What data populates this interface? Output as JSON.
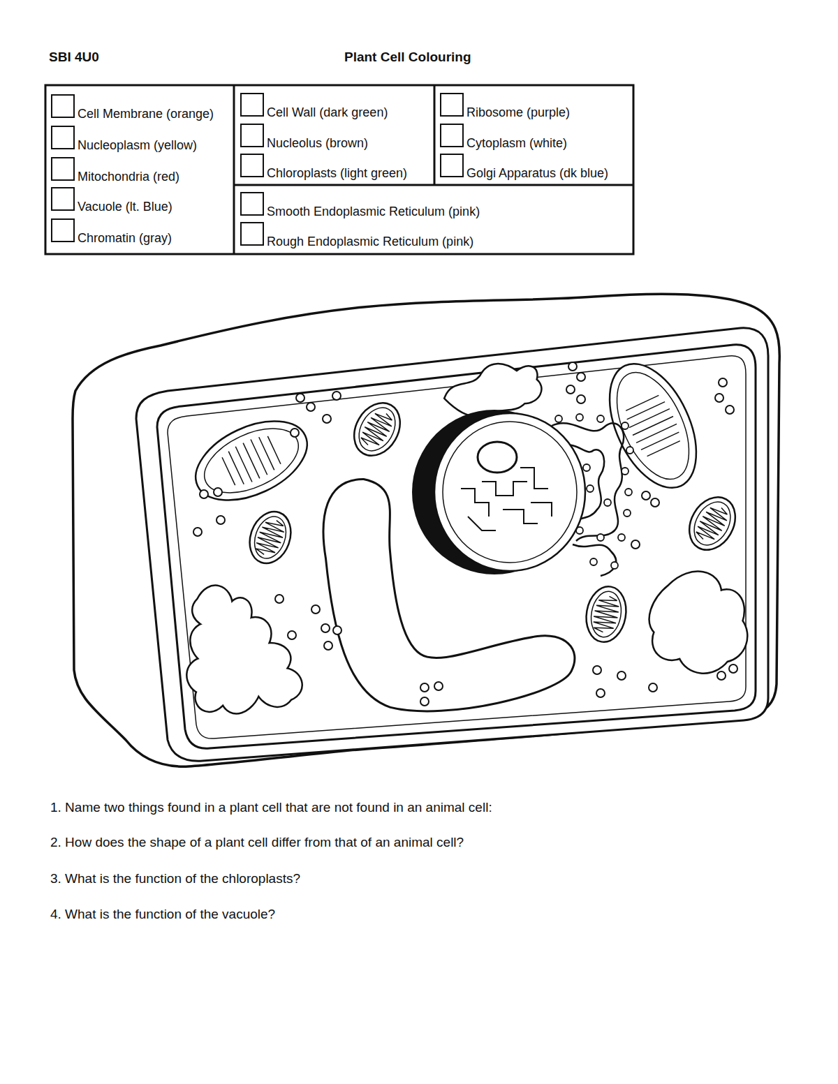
{
  "diagram": {
    "title": "Plant Cell Colouring",
    "labels": [
      "SBI 4U0",
      "1. Name two things found in a plant cell that are not found in an animal cell:",
      "2. How does the shape of a plant cell differ from that of an animal cell?",
      "3. What is the function of the chloroplasts?",
      "4. What is the function of the vacuole?"
    ],
    "legend": [
      {
        "text": "Cell Membrane (orange)"
      },
      {
        "text": "Nucleoplasm (yellow)"
      },
      {
        "text": "Mitochondria (red)"
      },
      {
        "text": "Vacuole (lt. Blue)"
      },
      {
        "text": "Chromatin (gray)"
      },
      {
        "text": "Cell Wall (dark green)"
      },
      {
        "text": "Nucleolus (brown)"
      },
      {
        "text": "Chloroplasts (light green)"
      },
      {
        "text": "Ribosome (purple)"
      },
      {
        "text": "Cytoplasm (white)"
      },
      {
        "text": "Golgi Apparatus (dk blue)"
      },
      {
        "text": "Smooth Endoplasmic Reticulum (pink)"
      },
      {
        "text": "Rough Endoplasmic Reticulum (pink)"
      }
    ]
  }
}
